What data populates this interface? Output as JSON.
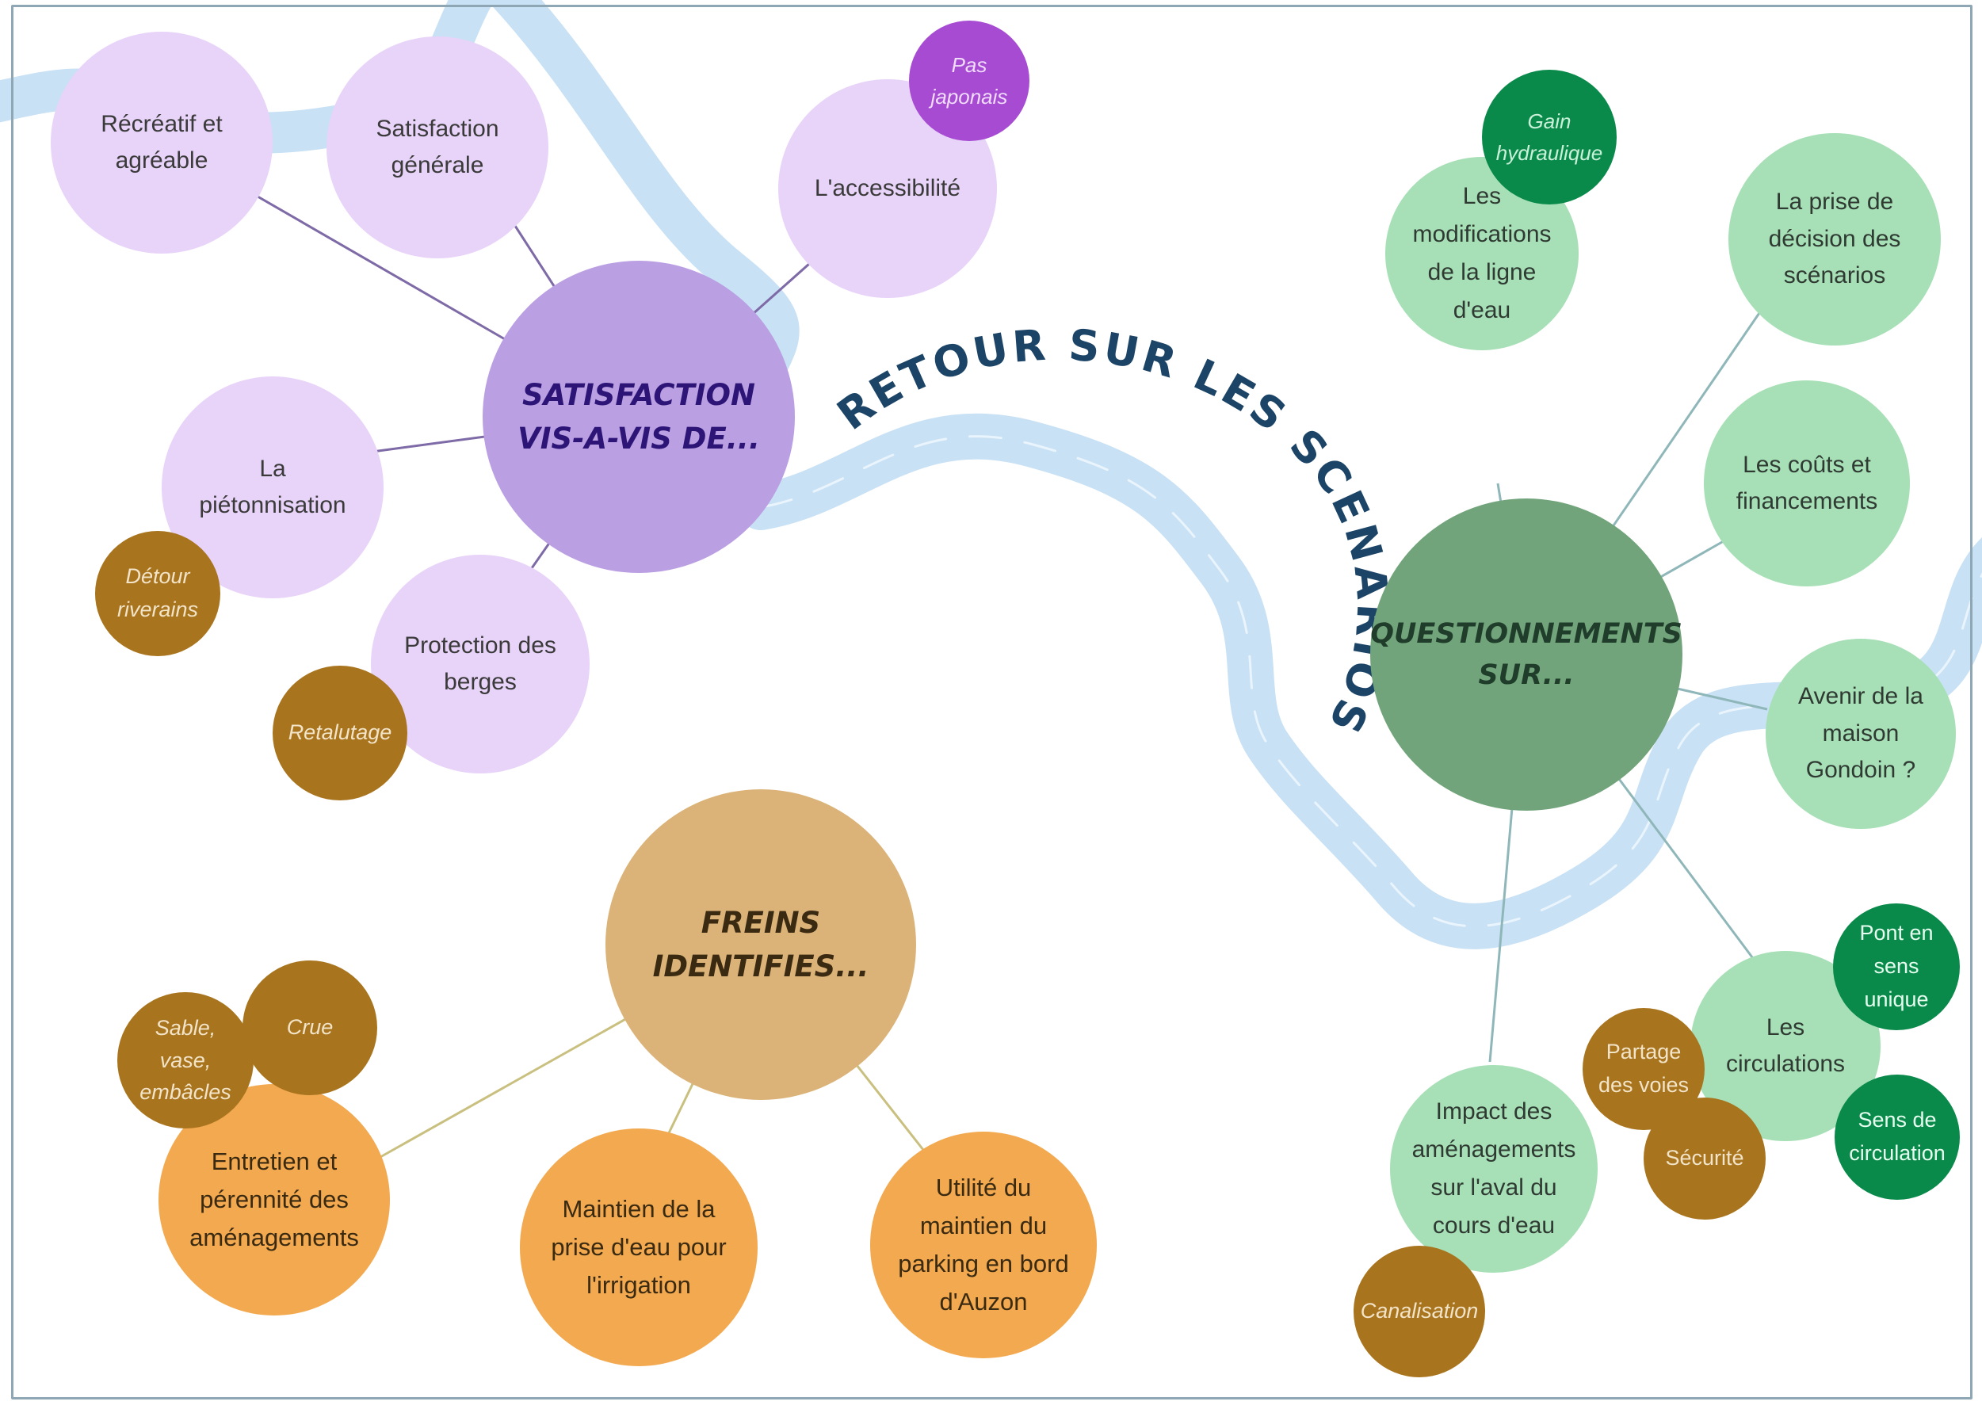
{
  "title": "RETOUR SUR LES SCENARIOS...",
  "colors": {
    "river": "#c8e1f5",
    "lavender": "#e8d3f9",
    "purple_hub": "#bb9fe3",
    "green": "#a7e0b6",
    "green_hub": "#72a47b",
    "orange": "#f2a94f",
    "tan_hub": "#dbb378",
    "brown": "#a9741e",
    "dark_green": "#0a8a4a",
    "violet": "#a64bd2"
  },
  "satisfaction": {
    "hub": [
      "SATISFACTION",
      "VIS-A-VIS DE..."
    ],
    "recreatif": [
      "Récréatif et",
      "agréable"
    ],
    "satisfaction_generale": [
      "Satisfaction",
      "générale"
    ],
    "accessibilite": "L'accessibilité",
    "pas_japonais": [
      "Pas",
      "japonais"
    ],
    "pietonnisation": [
      "La",
      "piétonnisation"
    ],
    "detour": [
      "Détour",
      "riverains"
    ],
    "berges": [
      "Protection des",
      "berges"
    ],
    "retalutage": "Retalutage"
  },
  "questionnements": {
    "hub": [
      "QUESTIONNEMENTS",
      "SUR..."
    ],
    "ligne_eau": [
      "Les",
      "modifications",
      "de la ligne",
      "d'eau"
    ],
    "gain": [
      "Gain",
      "hydraulique"
    ],
    "decision": [
      "La prise de",
      "décision des",
      "scénarios"
    ],
    "couts": [
      "Les coûts et",
      "financements"
    ],
    "maison": [
      "Avenir de la",
      "maison",
      "Gondoin ?"
    ],
    "circulations": [
      "Les",
      "circulations"
    ],
    "pont": [
      "Pont en",
      "sens",
      "unique"
    ],
    "sens": [
      "Sens de",
      "circulation"
    ],
    "partage": [
      "Partage",
      "des voies"
    ],
    "securite": "Sécurité",
    "impact": [
      "Impact des",
      "aménagements",
      "sur l'aval du",
      "cours d'eau"
    ],
    "canalisation": "Canalisation"
  },
  "freins": {
    "hub": [
      "FREINS",
      "IDENTIFIES..."
    ],
    "entretien": [
      "Entretien et",
      "pérennité des",
      "aménagements"
    ],
    "sable": [
      "Sable,",
      "vase,",
      "embâcles"
    ],
    "crue": "Crue",
    "irrigation": [
      "Maintien de la",
      "prise d'eau pour",
      "l'irrigation"
    ],
    "parking": [
      "Utilité du",
      "maintien du",
      "parking en bord",
      "d'Auzon"
    ]
  }
}
